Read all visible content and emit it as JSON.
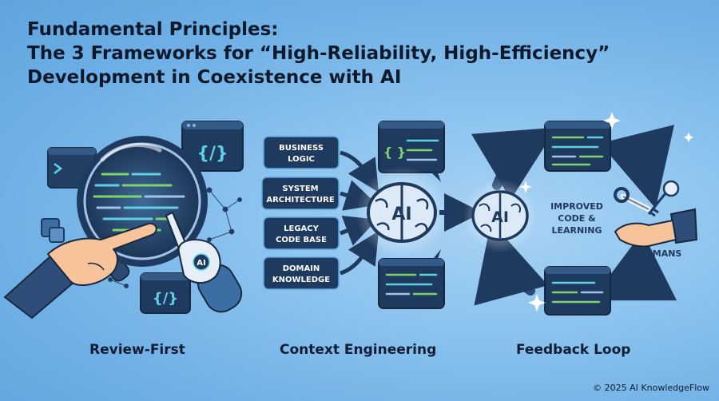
{
  "title": {
    "line1": "Fundamental Principles:",
    "line2": "The 3 Frameworks for “High-Reliability, High-Efficiency”",
    "line3": "Development in Coexistence with AI"
  },
  "frameworks": {
    "review_first": {
      "label": "Review-First",
      "code_glyph": "{/}",
      "robot_badge": "AI"
    },
    "context_engineering": {
      "label": "Context Engineering",
      "inputs": [
        {
          "line1": "BUSINESS",
          "line2": "LOGIC"
        },
        {
          "line1": "SYSTEM",
          "line2": "ARCHITECTURE"
        },
        {
          "line1": "LEGACY",
          "line2": "CODE BASE"
        },
        {
          "line1": "DOMAIN",
          "line2": "KNOWLEDGE"
        }
      ],
      "brain_label": "AI",
      "code_glyph": "{ }"
    },
    "feedback_loop": {
      "label": "Feedback Loop",
      "brain_label": "AI",
      "center_text": {
        "line1": "IMPROVED",
        "line2": "CODE &",
        "line3": "LEARNING"
      },
      "humans_label": "HUMANS"
    }
  },
  "copyright": "© 2025 AI KnowledgeFlow",
  "colors": {
    "navy": "#1f3a5f",
    "panel": "#223b5e",
    "code_green": "#7fd36b",
    "code_cyan": "#5fd0e6",
    "skin": "#f6c39a",
    "sleeve": "#2e4d78"
  }
}
